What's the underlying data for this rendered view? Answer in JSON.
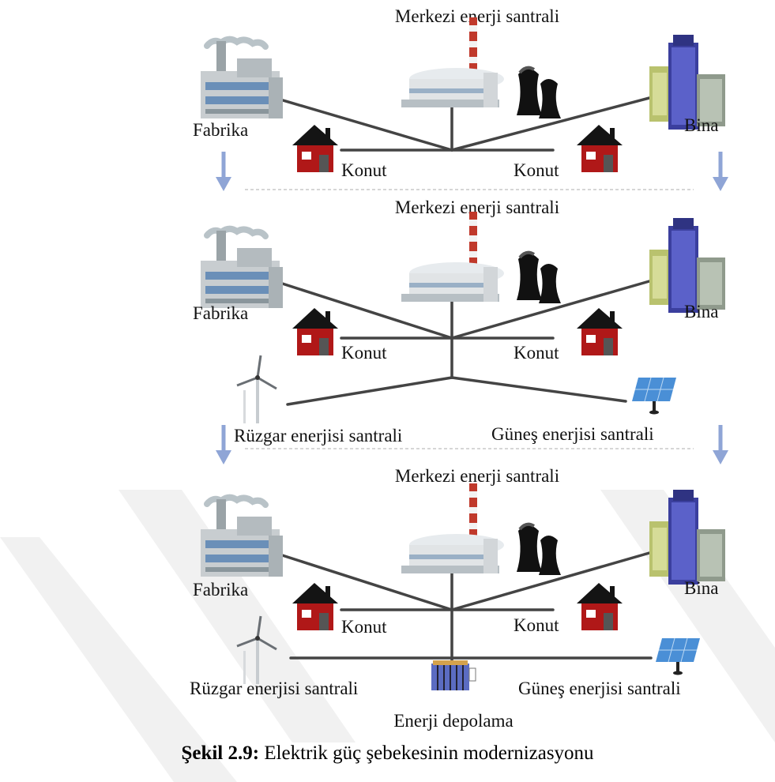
{
  "labels": {
    "central_plant": "Merkezi enerji santrali",
    "factory": "Fabrika",
    "building": "Bina",
    "house": "Konut",
    "wind": "Rüzgar enerjisi santrali",
    "solar": "Güneş enerjisi santrali",
    "storage": "Enerji depolama"
  },
  "caption": {
    "number": "Şekil 2.9:",
    "text": " Elektrik güç şebekesinin modernizasyonu"
  },
  "colors": {
    "line": "#444444",
    "arrow": "#8fa5d6",
    "house_red": "#b01818",
    "roof": "#141414",
    "chimney": "#c0392b",
    "building_blue": "#3b3f9e",
    "building_green": "#b9c26e",
    "panel_blue": "#4a8fd6",
    "watermark": "#f1f1f1"
  },
  "stages": [
    {
      "id": "stage-1",
      "has_renewables": false,
      "has_storage": false
    },
    {
      "id": "stage-2",
      "has_renewables": true,
      "has_storage": false
    },
    {
      "id": "stage-3",
      "has_renewables": true,
      "has_storage": true
    }
  ],
  "icons": [
    "factory-icon",
    "power-plant-icon",
    "cooling-tower-icon",
    "office-building-icon",
    "house-icon",
    "wind-turbine-icon",
    "solar-panel-icon",
    "battery-storage-icon",
    "down-arrow-icon"
  ]
}
